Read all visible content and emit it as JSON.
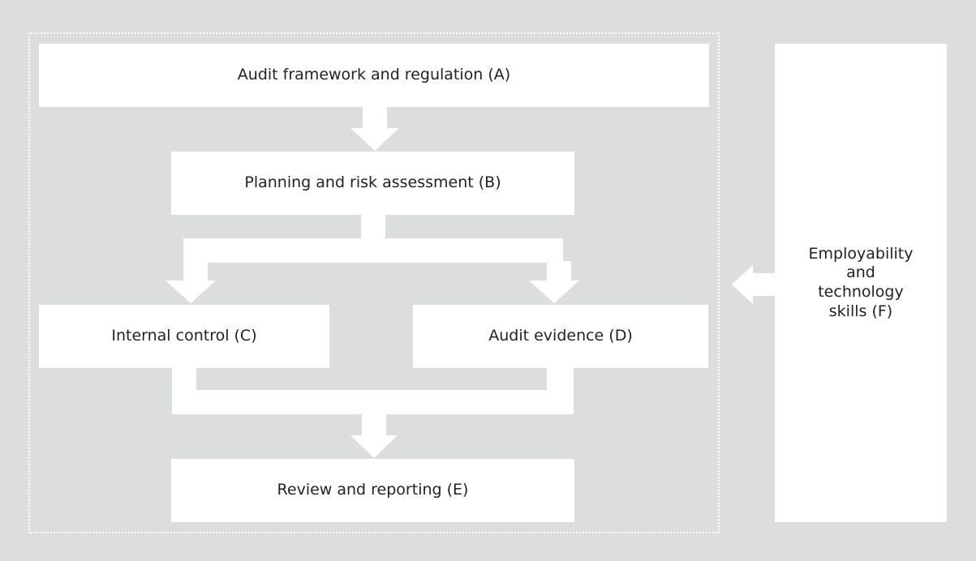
{
  "colors": {
    "background": "#dcdedd",
    "box_fill": "#ffffff",
    "connector": "#ffffff",
    "text": "#222222"
  },
  "diagram": {
    "nodes": {
      "a": {
        "label": "Audit framework and regulation (A)"
      },
      "b": {
        "label": "Planning and risk assessment (B)"
      },
      "c": {
        "label": "Internal control (C)"
      },
      "d": {
        "label": "Audit evidence (D)"
      },
      "e": {
        "label": "Review and reporting (E)"
      },
      "f": {
        "label": "Employability and technology skills (F)"
      }
    },
    "edges": [
      {
        "from": "A",
        "to": "B"
      },
      {
        "from": "B",
        "to": "C"
      },
      {
        "from": "B",
        "to": "D"
      },
      {
        "from": "C",
        "to": "E"
      },
      {
        "from": "D",
        "to": "E"
      },
      {
        "from": "F",
        "to": "A-E group"
      }
    ]
  }
}
